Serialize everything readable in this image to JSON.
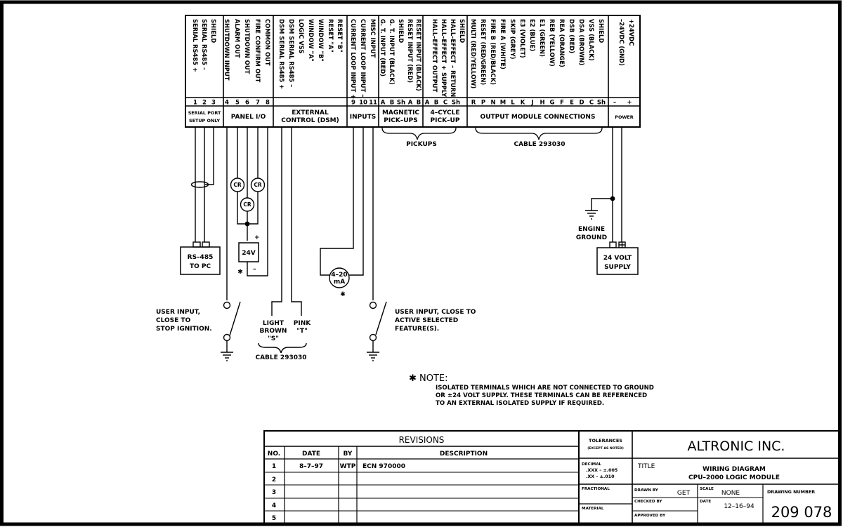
{
  "header": {
    "groups": [
      {
        "id": "serial",
        "title": [
          "SERIAL PORT",
          "SETUP ONLY"
        ],
        "terminals": [
          "1",
          "2",
          "3"
        ],
        "signals": [
          "SERIAL RS485 +",
          "SERIAL RS485 –",
          "SHIELD"
        ]
      },
      {
        "id": "panel",
        "title": [
          "PANEL I/O"
        ],
        "terminals": [
          "4",
          "5",
          "6",
          "7",
          "8"
        ],
        "signals": [
          "SHUTDOWN INPUT",
          "ALARM OUT",
          "SHUTDOWN OUT",
          "FIRE CONFIRM OUT",
          "COMMON OUT"
        ]
      },
      {
        "id": "dsm",
        "title": [
          "EXTERNAL",
          "CONTROL (DSM)"
        ],
        "terminals": [],
        "signals": [
          "DSM SERIAL RS485 +",
          "DSM SERIAL RS485 –",
          "LOGIC VSS",
          "WINDOW \"A\"",
          "WINDOW \"B\"",
          "RESET \"A\"",
          "RESET \"B\""
        ]
      },
      {
        "id": "inputs",
        "title": [
          "INPUTS"
        ],
        "terminals": [
          "9",
          "10",
          "11"
        ],
        "signals": [
          "CURRENT LOOP INPUT +",
          "CURRENT LOOP INPUT –",
          "MISC INPUT"
        ]
      },
      {
        "id": "magnetic",
        "title": [
          "MAGNETIC",
          "PICK–UPS"
        ],
        "terminals": [
          "A",
          "B",
          "Sh",
          "A",
          "B"
        ],
        "signals": [
          "G. T. INPUT (RED)",
          "G. T. INPUT (BLACK)",
          "SHIELD",
          "RESET INPUT (RED)",
          "RESET INPUT (BLACK)"
        ]
      },
      {
        "id": "cycle",
        "title": [
          "4–CYCLE",
          "PICK–UP"
        ],
        "terminals": [
          "A",
          "B",
          "C",
          "Sh"
        ],
        "signals": [
          "HALL–EFFECT OUTPUT",
          "HALL–EFFECT + SUPPLY",
          "HALL–EFFECT – RETURN",
          "SHIELD"
        ]
      },
      {
        "id": "output",
        "title": [
          "OUTPUT MODULE CONNECTIONS"
        ],
        "terminals": [
          "R",
          "P",
          "N",
          "M",
          "L",
          "K",
          "J",
          "H",
          "G",
          "F",
          "E",
          "D",
          "C",
          "Sh"
        ],
        "signals": [
          "MULTI (RED/YELLOW)",
          "RESET (RED/GREEN)",
          "FIRE B (RED/BLACK)",
          "FIRE A (WHITE)",
          "SKIP (GREY)",
          "E3 (VIOLET)",
          "E2 (BLUE)",
          "E1 (GREEN)",
          "REB (YELLOW)",
          "REA (ORANGE)",
          "DSB (RED)",
          "DSA (BROWN)",
          "VSS (BLACK)",
          "SHIELD"
        ]
      },
      {
        "id": "power",
        "title": [
          "POWER"
        ],
        "terminals": [
          "–",
          "+"
        ],
        "signals": [
          "–24VDC (GND)",
          "+24VDC"
        ]
      }
    ],
    "brace_labels": {
      "pickups": "PICKUPS",
      "cable_output": "CABLE 293030"
    }
  },
  "components": {
    "rs485": [
      "RS–485",
      "TO PC"
    ],
    "relay": "CR",
    "supply_24v": "24V",
    "plus": "+",
    "minus": "–",
    "isolated_mark": "✱",
    "meter": [
      "4–20",
      "mA"
    ],
    "power_supply": [
      "24 VOLT",
      "SUPPLY"
    ],
    "engine_ground": [
      "ENGINE",
      "GROUND"
    ],
    "shutdown_note": [
      "USER INPUT,",
      "CLOSE TO",
      "STOP IGNITION."
    ],
    "feature_note": [
      "USER INPUT, CLOSE TO",
      "ACTIVE SELECTED",
      "FEATURE(S)."
    ],
    "dsm_wires": [
      [
        "LIGHT",
        "BROWN",
        "\"S\""
      ],
      [
        "PINK",
        "\"T\""
      ]
    ],
    "cable_dsm": "CABLE 293030"
  },
  "note": {
    "heading": "✱ NOTE:",
    "lines": [
      "ISOLATED TERMINALS WHICH ARE NOT CONNECTED TO GROUND",
      "OR ±24 VOLT SUPPLY. THESE TERMINALS CAN BE REFERENCED",
      "TO AN EXTERNAL ISOLATED SUPPLY IF REQUIRED."
    ]
  },
  "revisions": {
    "title": "REVISIONS",
    "columns": [
      "NO.",
      "DATE",
      "BY",
      "DESCRIPTION"
    ],
    "rows": [
      {
        "no": "1",
        "date": "8–7–97",
        "by": "WTP",
        "description": "ECN 970000"
      },
      {
        "no": "2",
        "date": "",
        "by": "",
        "description": ""
      },
      {
        "no": "3",
        "date": "",
        "by": "",
        "description": ""
      },
      {
        "no": "4",
        "date": "",
        "by": "",
        "description": ""
      },
      {
        "no": "5",
        "date": "",
        "by": "",
        "description": ""
      }
    ]
  },
  "title_block": {
    "tolerances": "TOLERANCES",
    "tolerances_sub": "(EXCEPT AS NOTED)",
    "decimal": "DECIMAL",
    "decimal_xxx": ".XXX  –  ±.005",
    "decimal_xx": ".XX   –  ±.010",
    "fractional": "FRACTIONAL",
    "material": "MATERIAL",
    "company": "ALTRONIC INC.",
    "title_label": "TITLE",
    "title_lines": [
      "WIRING DIAGRAM",
      "CPU–2000 LOGIC MODULE"
    ],
    "drawn_by_label": "DRAWN BY",
    "drawn_by": "GET",
    "checked_by_label": "CHECKED BY",
    "approved_by_label": "APPROVED BY",
    "scale_label": "SCALE",
    "scale": "NONE",
    "date_label": "DATE",
    "date": "12–16–94",
    "drawing_number_label": "DRAWING NUMBER",
    "drawing_number": "209 078"
  }
}
